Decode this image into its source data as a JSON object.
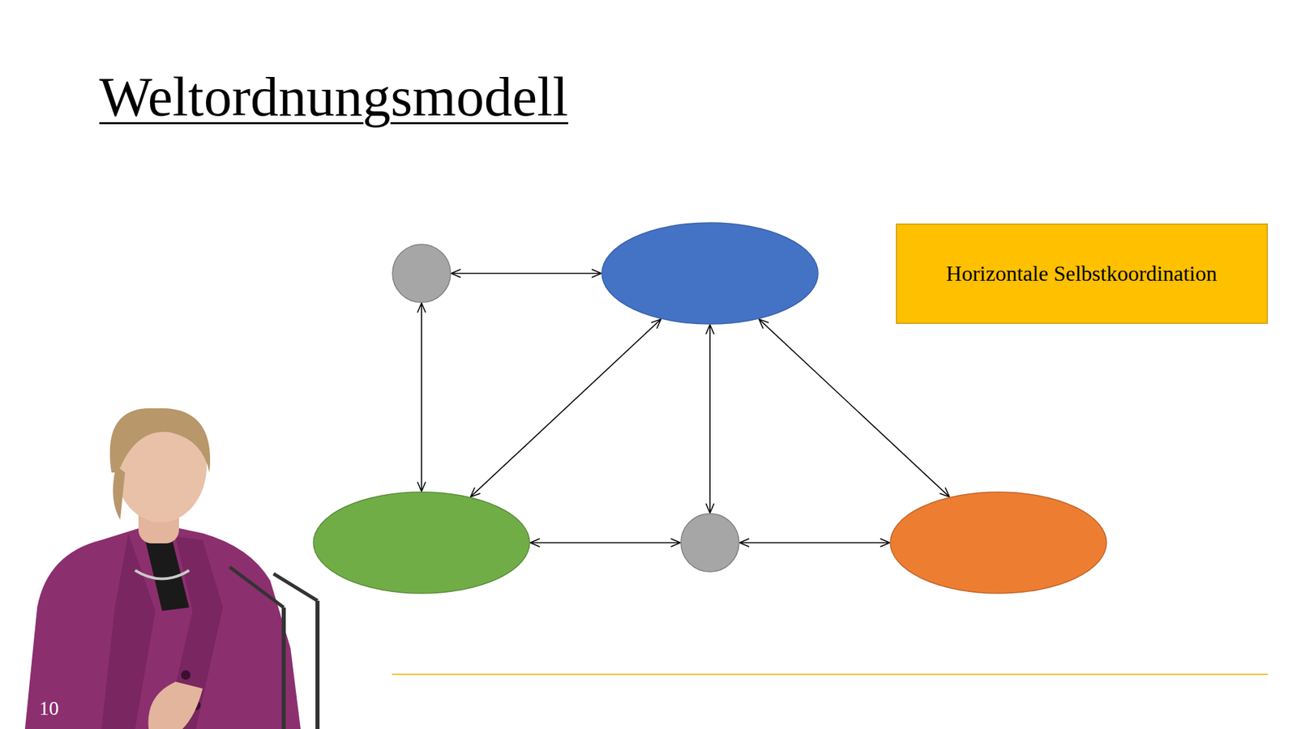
{
  "diagram": {
    "title": "Weltordnungsmodell",
    "nodes": [
      {
        "text": []
      },
      {
        "text": []
      },
      {
        "text": [
          "Horizontale Selbstkoordination"
        ]
      },
      {
        "text": []
      },
      {
        "text": []
      },
      {
        "text": []
      }
    ],
    "edges": [
      {
        "from": 0,
        "to": 1,
        "arrow": "both"
      },
      {
        "from": 0,
        "to": 3,
        "arrow": "both"
      },
      {
        "from": 1,
        "to": 3,
        "arrow": "both"
      },
      {
        "from": 1,
        "to": 4,
        "arrow": "both"
      },
      {
        "from": 1,
        "to": 5,
        "arrow": "both"
      },
      {
        "from": 3,
        "to": 4,
        "arrow": "both"
      },
      {
        "from": 4,
        "to": 5,
        "arrow": "both"
      }
    ],
    "labels": [
      "10"
    ]
  }
}
